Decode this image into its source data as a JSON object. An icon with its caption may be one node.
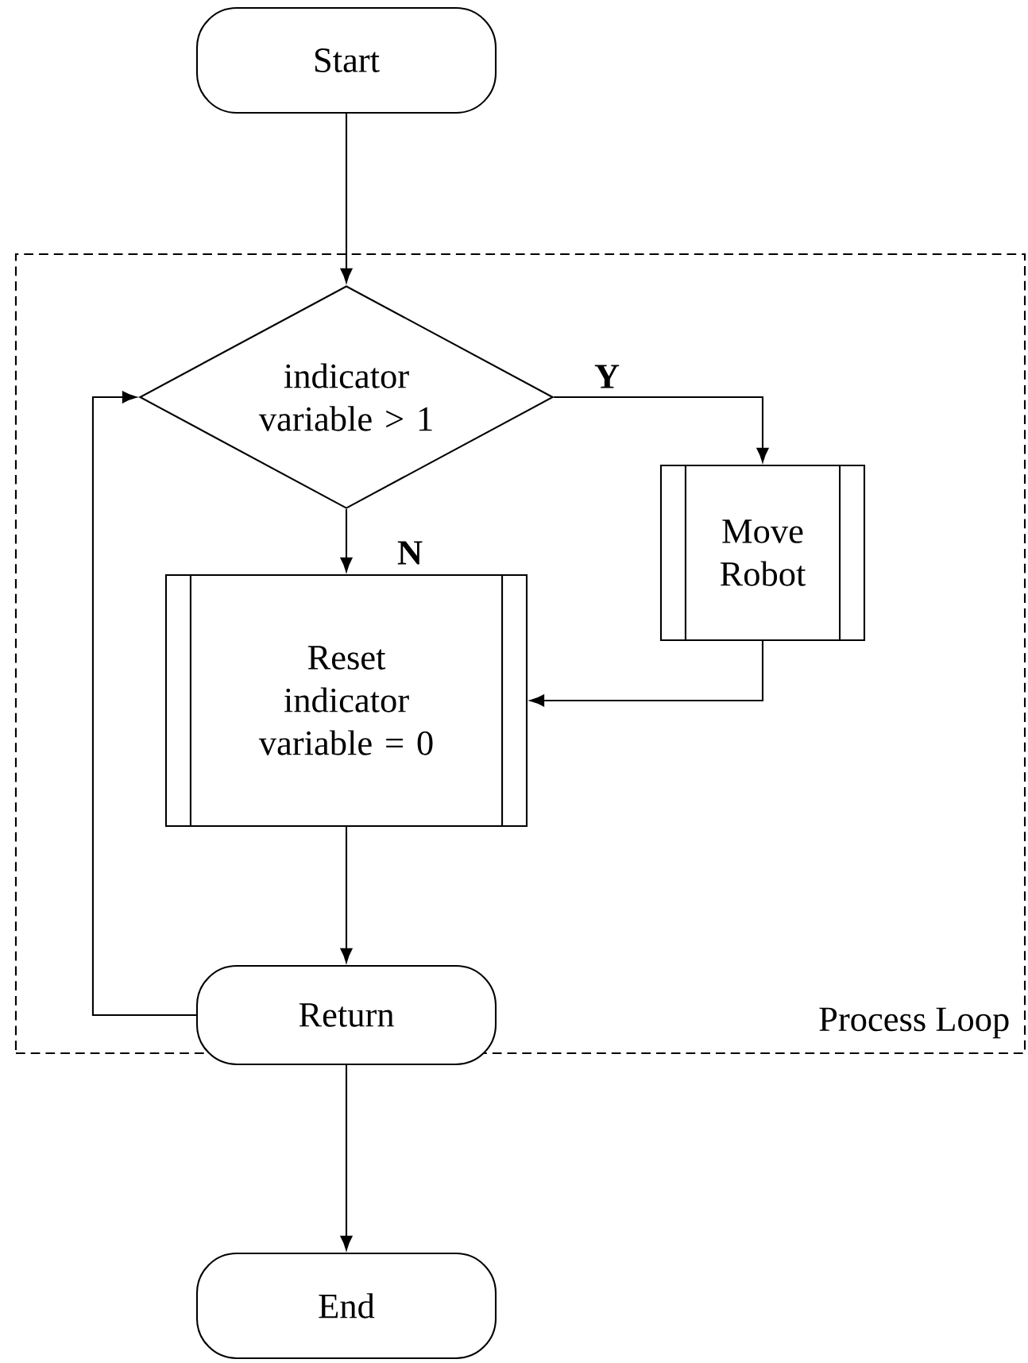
{
  "diagram": {
    "nodes": [
      {
        "text": [
          "Process Loop"
        ]
      },
      {
        "text": [
          "Start"
        ]
      },
      {
        "text": [
          "indicator variable > 1"
        ],
        "in": 0
      },
      {
        "text": [
          "Move Robot"
        ],
        "in": 0
      },
      {
        "text": [
          "Reset indicator variable = 0"
        ],
        "in": 0
      },
      {
        "text": [
          "Return"
        ],
        "in": 0
      },
      {
        "text": [
          "End"
        ]
      }
    ],
    "edges": [
      {
        "from": 1,
        "to": 2,
        "arrow": "to"
      },
      {
        "from": 2,
        "to": 3,
        "arrow": "to",
        "label": "Y"
      },
      {
        "from": 2,
        "to": 4,
        "arrow": "to",
        "label": "N"
      },
      {
        "from": 3,
        "to": 4,
        "arrow": "to"
      },
      {
        "from": 4,
        "to": 5,
        "arrow": "to"
      },
      {
        "from": 5,
        "to": 2,
        "arrow": "to"
      },
      {
        "from": 5,
        "to": 6,
        "arrow": "to"
      }
    ]
  }
}
